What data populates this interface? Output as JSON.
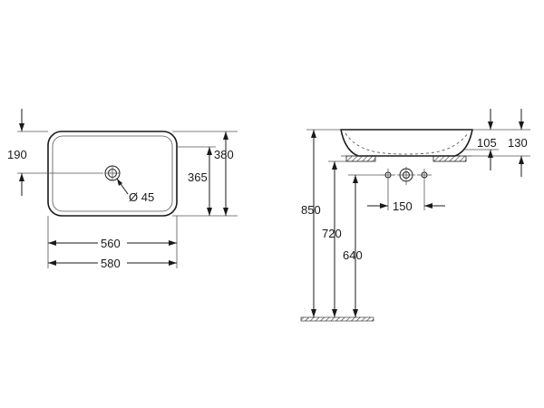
{
  "dimensions": {
    "top_view": {
      "bowl_top_to_outlet": "190",
      "inner_depth": "365",
      "outer_depth": "380",
      "outlet_diameter": "Ø 45",
      "inner_width": "560",
      "outer_width": "580"
    },
    "side_view": {
      "bowl_inner_height": "105",
      "bowl_outer_height": "130",
      "tap_spacing": "150",
      "top_height": "850",
      "counter_height": "720",
      "floor_to_fixing": "640"
    }
  }
}
